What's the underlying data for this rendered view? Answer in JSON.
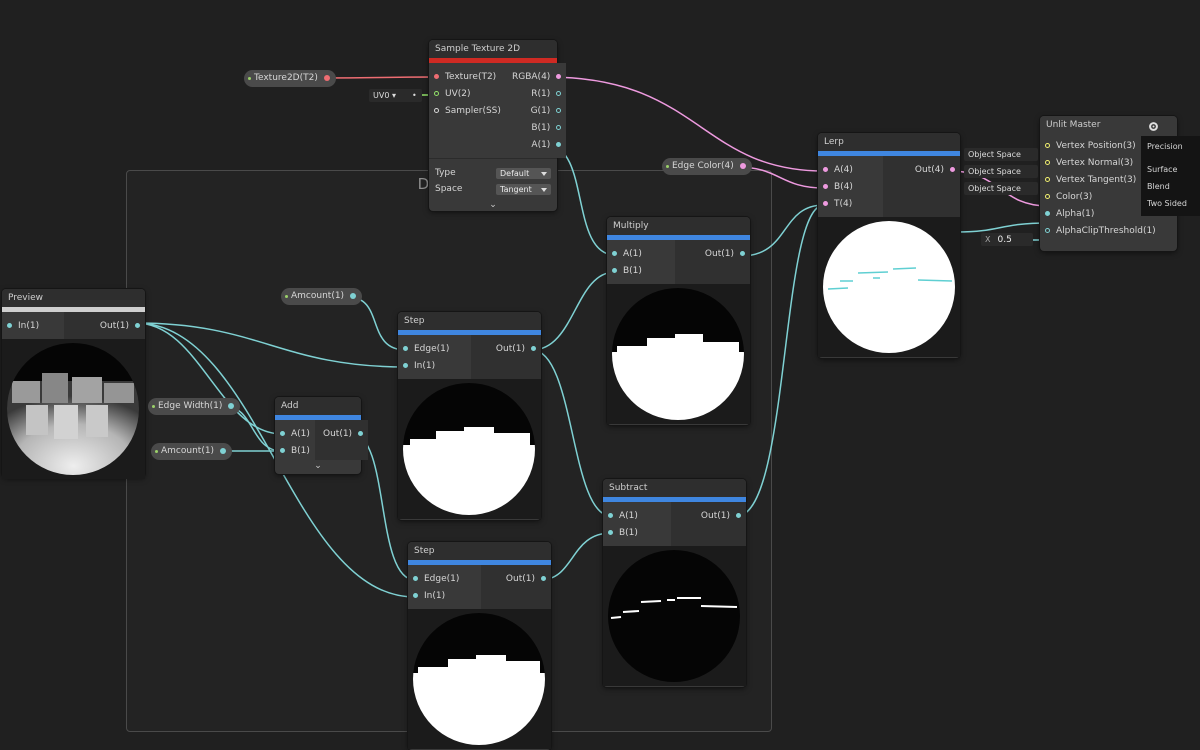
{
  "colors": {
    "float_wire": "#7fd1d3",
    "vector4_wire": "#ee9adf",
    "texture_wire": "#ee6d72",
    "uv_wire": "#93e36a",
    "node_header_bar": "#3f86e0",
    "texture_header_bar": "#cf2a23"
  },
  "group": {
    "title": "Dissolve"
  },
  "sample_texture": {
    "title": "Sample Texture 2D",
    "inputs": [
      "Texture(T2)",
      "UV(2)",
      "Sampler(SS)"
    ],
    "outputs": [
      "RGBA(4)",
      "R(1)",
      "G(1)",
      "B(1)",
      "A(1)"
    ],
    "type_label": "Type",
    "type_value": "Default",
    "space_label": "Space",
    "space_value": "Tangent",
    "expander": "⌄"
  },
  "texture_property": {
    "label": "Texture2D(T2)"
  },
  "uv_field": {
    "value": "UV0 ▾"
  },
  "edge_color": {
    "label": "Edge Color(4)"
  },
  "preview_node": {
    "title": "Preview",
    "in": "In(1)",
    "out": "Out(1)"
  },
  "amount_top": {
    "label": "Amcount(1)"
  },
  "edge_width": {
    "label": "Edge Width(1)"
  },
  "amount_bottom": {
    "label": "Amcount(1)"
  },
  "add_node": {
    "title": "Add",
    "in_a": "A(1)",
    "in_b": "B(1)",
    "out": "Out(1)",
    "expander": "⌄"
  },
  "step_top": {
    "title": "Step",
    "in_edge": "Edge(1)",
    "in_in": "In(1)",
    "out": "Out(1)"
  },
  "step_bottom": {
    "title": "Step",
    "in_edge": "Edge(1)",
    "in_in": "In(1)",
    "out": "Out(1)"
  },
  "multiply": {
    "title": "Multiply",
    "in_a": "A(1)",
    "in_b": "B(1)",
    "out": "Out(1)"
  },
  "subtract": {
    "title": "Subtract",
    "in_a": "A(1)",
    "in_b": "B(1)",
    "out": "Out(1)"
  },
  "lerp": {
    "title": "Lerp",
    "in_a": "A(4)",
    "in_b": "B(4)",
    "in_t": "T(4)",
    "out": "Out(4)"
  },
  "master": {
    "title": "Unlit Master",
    "inputs": [
      "Vertex Position(3)",
      "Vertex Normal(3)",
      "Vertex Tangent(3)",
      "Color(3)",
      "Alpha(1)",
      "AlphaClipThreshold(1)"
    ],
    "space_fields": [
      "Object Space",
      "Object Space",
      "Object Space"
    ],
    "clip_axis": "X",
    "clip_value": "0.5",
    "settings_icon": "gear-icon"
  },
  "settings_menu": {
    "items": [
      "Precision",
      "Surface",
      "Blend",
      "Two Sided"
    ]
  }
}
